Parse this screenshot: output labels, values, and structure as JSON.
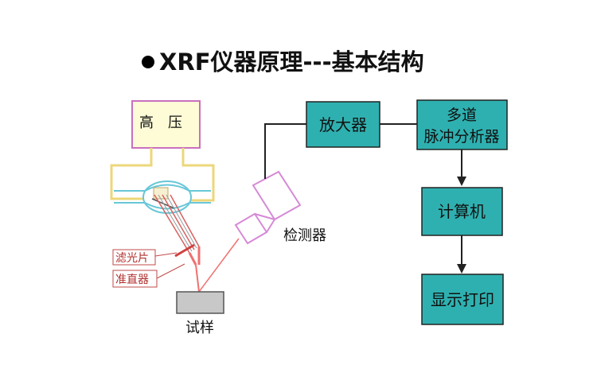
{
  "title": "XRF仪器原理---基本结构",
  "labels": {
    "high_voltage": "高　压",
    "filter": "滤光片",
    "collimator": "准直器",
    "sample": "试样",
    "detector": "检测器",
    "amplifier": "放大器",
    "analyzer_line1": "多道",
    "analyzer_line2": "脉冲分析器",
    "computer": "计算机",
    "display_print": "显示打印"
  },
  "colors": {
    "block_fill": "#2fb0b0",
    "hv_fill": "#fdfcd6",
    "hv_border": "#c96fbf",
    "wire": "#ecd77a",
    "tube": "#67c7d8",
    "beam": "#f07070",
    "detector": "#d68ad6",
    "label_border": "#c24a4a",
    "label_text": "#b23030",
    "sample_fill": "#c8c8c8"
  }
}
